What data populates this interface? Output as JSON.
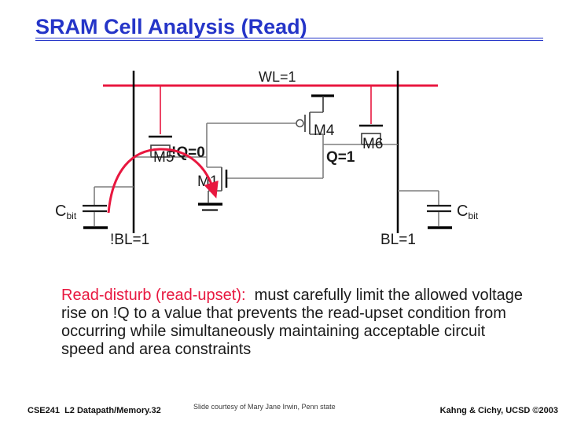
{
  "slide_title": "SRAM Cell Analysis (Read)",
  "colors": {
    "title_blue": "#2535c8",
    "accent_red": "#e8173f",
    "wire_gray": "#7f7f7f"
  },
  "circuit": {
    "wl_label": "WL=1",
    "m5_label": "M5",
    "m6_label": "M6",
    "m4_label": "M4",
    "m1_label": "M1",
    "nq_label": "!Q=0",
    "q_label": "Q=1",
    "cap_symbol": "C",
    "cap_subscript": "bit",
    "nbl_label": "!BL=1",
    "bl_label": "BL=1"
  },
  "body": {
    "lines": [
      {
        "red": "Read-disturb (read-upset):",
        "black": "  must carefully limit the allowed voltage"
      },
      {
        "black": "rise on !Q to a value that prevents the read-upset condition from"
      },
      {
        "black": "occurring while simultaneously maintaining acceptable circuit"
      },
      {
        "black": "speed and area constraints"
      }
    ]
  },
  "footer": {
    "course": "CSE241  L2 Datapath/Memory.32",
    "courtesy": "Slide courtesy of Mary Jane Irwin, Penn state",
    "credit": "Kahng & Cichy, UCSD ©2003"
  }
}
